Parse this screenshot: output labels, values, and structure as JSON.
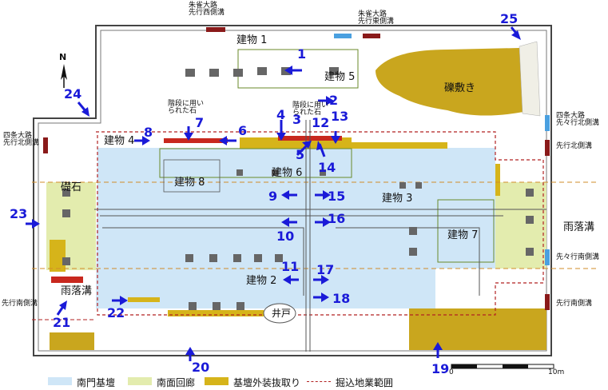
{
  "labels": {
    "buildings": {
      "b1": "建物 1",
      "b2": "建物 2",
      "b3": "建物 3",
      "b4": "建物 4",
      "b5": "建物 5",
      "b6": "建物 6",
      "b7": "建物 7",
      "b8": "建物 8"
    },
    "features": {
      "gravel": "礫敷き",
      "foundation_stone": "礎石",
      "well": "井戸",
      "drain_right": "雨落溝",
      "drain_left": "雨落溝",
      "step_stone_left": "階段に用い\nられた石",
      "step_stone_right": "階段に用い\nられた石"
    },
    "ditches": {
      "suzaku_west": "朱雀大路\n先行西側溝",
      "suzaku_east": "朱雀大路\n先行東側溝",
      "shijo_north_left": "四条大路\n先行北側溝",
      "shijo_right": "四条大路\n先々行北側溝",
      "saki_north_right": "先行北側溝",
      "sakisaki_south_right": "先々行南側溝",
      "saki_south_right": "先行南側溝",
      "saki_south_left": "先行南側溝"
    },
    "north": "N"
  },
  "photo_points": [
    "1",
    "2",
    "3",
    "4",
    "5",
    "6",
    "7",
    "8",
    "9",
    "10",
    "11",
    "12",
    "13",
    "14",
    "15",
    "16",
    "17",
    "18",
    "19",
    "20",
    "21",
    "22",
    "23",
    "24",
    "25"
  ],
  "legend": [
    {
      "label": "南門基壇",
      "color": "#cfe6f7"
    },
    {
      "label": "南面回廊",
      "color": "#e3ecae"
    },
    {
      "label": "基壇外装抜取り",
      "color": "#d6b41a"
    },
    {
      "label": "掘込地業範囲",
      "color": "#b22222"
    }
  ],
  "scale": {
    "start": "0",
    "end": "10m"
  },
  "colors": {
    "platform": "#cfe6f7",
    "corridor": "#e3ecae",
    "stone_robbing": "#d6b41a",
    "excavation_line": "#b22222",
    "arrow": "#1a1ad8"
  }
}
